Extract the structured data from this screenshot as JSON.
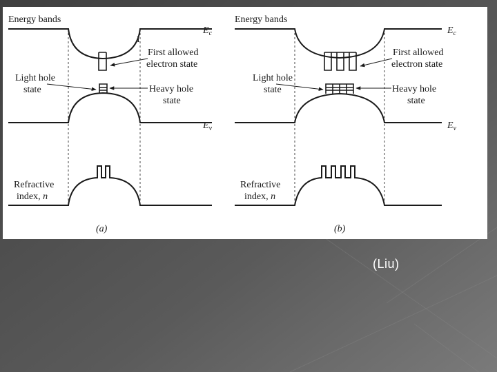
{
  "colors": {
    "figure_background": "#ffffff",
    "ink": "#1a1a1a",
    "caption_text": "#ffffff"
  },
  "panel_a": {
    "energy_bands": "Energy bands",
    "ec": "E",
    "ec_sub": "c",
    "ev": "E",
    "ev_sub": "v",
    "first_allowed_1": "First allowed",
    "first_allowed_2": "electron state",
    "light_hole_1": "Light hole",
    "light_hole_2": "state",
    "heavy_hole_1": "Heavy hole",
    "heavy_hole_2": "state",
    "refractive_1": "Refractive",
    "refractive_2": "index,",
    "refractive_n": "n",
    "sublabel": "(a)",
    "stray_mark": "I"
  },
  "panel_b": {
    "energy_bands": "Energy bands",
    "ec": "E",
    "ec_sub": "c",
    "ev": "E",
    "ev_sub": "v",
    "first_allowed_1": "First allowed",
    "first_allowed_2": "electron state",
    "light_hole_1": "Light hole",
    "light_hole_2": "state",
    "heavy_hole_1": "Heavy hole",
    "heavy_hole_2": "state",
    "refractive_1": "Refractive",
    "refractive_2": "index,",
    "refractive_n": "n",
    "sublabel": "(b)"
  },
  "caption": "(Liu)"
}
